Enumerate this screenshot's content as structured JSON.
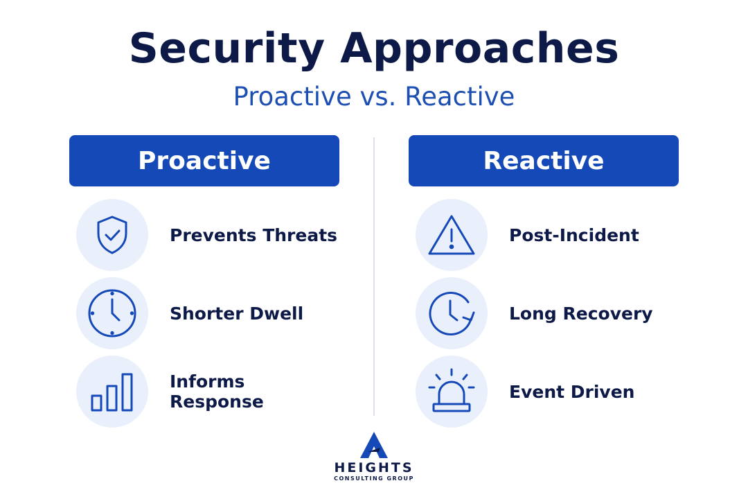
{
  "header": {
    "title": "Security Approaches",
    "subtitle": "Proactive vs. Reactive"
  },
  "colors": {
    "title": "#0d1a47",
    "accent": "#1549b8",
    "icon_circle": "#eaf0fb",
    "divider": "#dde3ee"
  },
  "columns": [
    {
      "heading": "Proactive",
      "items": [
        {
          "label": "Prevents Threats",
          "icon": "shield-check-icon"
        },
        {
          "label": "Shorter Dwell",
          "icon": "clock-icon"
        },
        {
          "label": "Informs Response",
          "icon": "bar-chart-icon"
        }
      ]
    },
    {
      "heading": "Reactive",
      "items": [
        {
          "label": "Post-Incident",
          "icon": "warning-triangle-icon"
        },
        {
          "label": "Long Recovery",
          "icon": "clock-refresh-icon"
        },
        {
          "label": "Event Driven",
          "icon": "alarm-siren-icon"
        }
      ]
    }
  ],
  "logo": {
    "name": "HEIGHTS",
    "tagline": "CONSULTING GROUP"
  }
}
